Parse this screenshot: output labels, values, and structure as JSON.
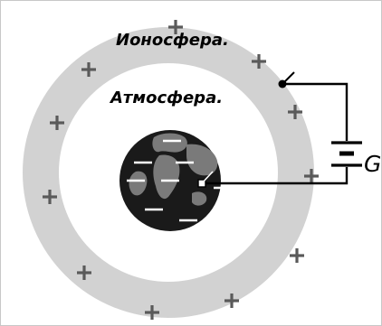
{
  "labels": {
    "ionosphere": "Ионосфера.",
    "atmosphere": "Атмосфера.",
    "generator": "G"
  },
  "symbols": {
    "positive": "+",
    "negative": "–"
  },
  "colors": {
    "background": "#ffffff",
    "ionosphere_ring": "#d2d2d2",
    "plus_sign": "#5a5a5a",
    "earth_dark": "#1a1a1a",
    "earth_land": "#7a7a7a",
    "minus_sign": "#ffffff",
    "wire": "#000000"
  },
  "icons": {
    "earth": "earth-globe-icon",
    "generator": "battery-source-icon",
    "switch": "switch-icon"
  }
}
